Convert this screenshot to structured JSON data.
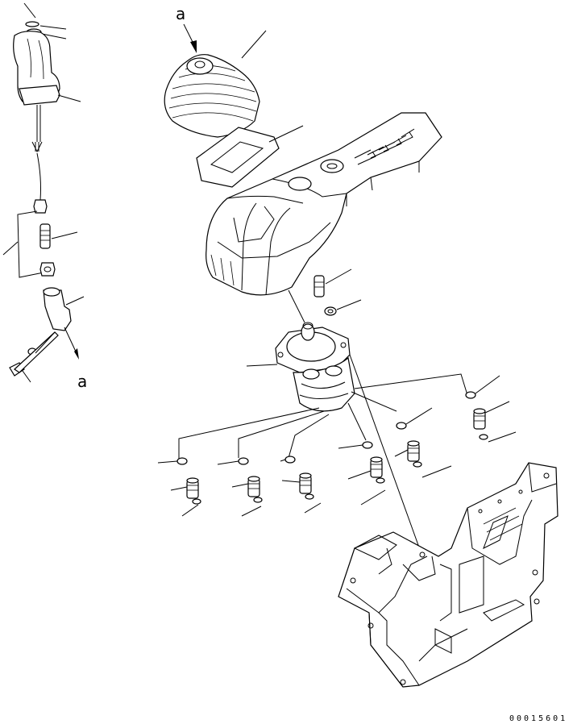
{
  "labels": {
    "ref_a_top": "a",
    "ref_a_left": "a"
  },
  "drawing_code": "00015601"
}
